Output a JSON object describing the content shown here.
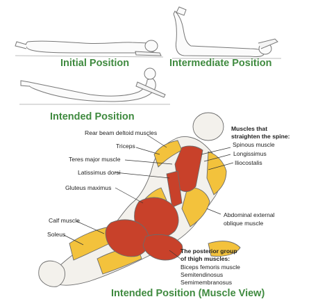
{
  "captions": {
    "initial": "Initial Position",
    "intermediate": "Intermediate Position",
    "intended": "Intended Position",
    "muscle_view": "Intended Position (Muscle View)"
  },
  "labels": {
    "rear_deltoid": "Rear beam deltoid muscles",
    "triceps": "Triceps",
    "teres_major": "Teres major muscle",
    "latissimus": "Latissimus dorsi",
    "gluteus": "Gluteus maximus",
    "calf": "Calf muscle",
    "soleus": "Soleus",
    "abdominal_1": "Abdominal external",
    "abdominal_2": "oblique muscle"
  },
  "spine_group": {
    "title_1": "Muscles that",
    "title_2": "straighten the spine:",
    "items": [
      "Spinous muscle",
      "Longissimus",
      "Iliocostalis"
    ]
  },
  "thigh_group": {
    "title_1": "The posterior group",
    "title_2": "of thigh muscles:",
    "items": [
      "Biceps femoris muscle",
      "Semitendinosus",
      "Semimembranosus"
    ]
  },
  "colors": {
    "caption_green": "#3f8a3f",
    "muscle_red": "#c8412a",
    "muscle_yellow": "#f3c23c",
    "outline": "#6b6b6b"
  }
}
